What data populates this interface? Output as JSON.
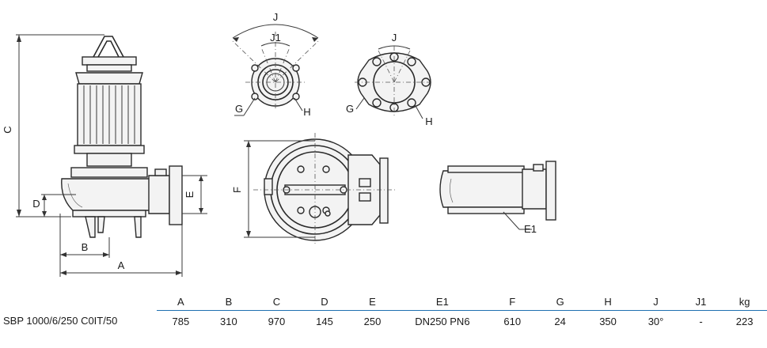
{
  "dimension_labels": {
    "A": "A",
    "B": "B",
    "C": "C",
    "D": "D",
    "E": "E",
    "E1": "E1",
    "F": "F",
    "G": "G",
    "H": "H",
    "J": "J",
    "J1": "J1"
  },
  "table": {
    "headers": [
      "A",
      "B",
      "C",
      "D",
      "E",
      "E1",
      "F",
      "G",
      "H",
      "J",
      "J1",
      "kg"
    ],
    "rows": [
      {
        "model": "SBP 1000/6/250 C0IT/50",
        "values": [
          "785",
          "310",
          "970",
          "145",
          "250",
          "DN250 PN6",
          "610",
          "24",
          "350",
          "30°",
          "-",
          "223"
        ]
      }
    ]
  },
  "colors": {
    "table_rule": "#1f6fb0",
    "line": "#2a2a2a"
  }
}
